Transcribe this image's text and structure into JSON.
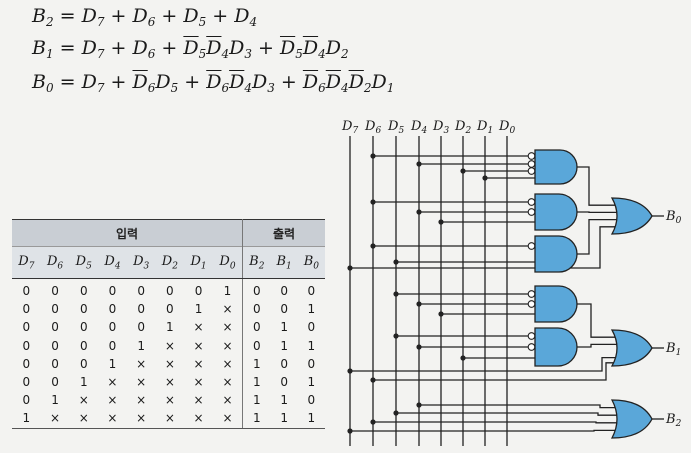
{
  "equations": {
    "b2": {
      "lhs": "B",
      "lhs_sub": "2",
      "rhs": [
        {
          "t": "D",
          "s": "7",
          "bar": false,
          "op": " + "
        },
        {
          "t": "D",
          "s": "6",
          "bar": false,
          "op": " + "
        },
        {
          "t": "D",
          "s": "5",
          "bar": false,
          "op": " + "
        },
        {
          "t": "D",
          "s": "4",
          "bar": false,
          "op": ""
        }
      ]
    },
    "b1": {
      "lhs": "B",
      "lhs_sub": "1"
    },
    "b0": {
      "lhs": "B",
      "lhs_sub": "0"
    }
  },
  "truth_table": {
    "group_inputs": "입력",
    "group_outputs": "출력",
    "input_headers": [
      {
        "t": "D",
        "s": "7"
      },
      {
        "t": "D",
        "s": "6"
      },
      {
        "t": "D",
        "s": "5"
      },
      {
        "t": "D",
        "s": "4"
      },
      {
        "t": "D",
        "s": "3"
      },
      {
        "t": "D",
        "s": "2"
      },
      {
        "t": "D",
        "s": "1"
      },
      {
        "t": "D",
        "s": "0"
      }
    ],
    "output_headers": [
      {
        "t": "B",
        "s": "2"
      },
      {
        "t": "B",
        "s": "1"
      },
      {
        "t": "B",
        "s": "0"
      }
    ],
    "rows": [
      [
        "0",
        "0",
        "0",
        "0",
        "0",
        "0",
        "0",
        "1",
        "0",
        "0",
        "0"
      ],
      [
        "0",
        "0",
        "0",
        "0",
        "0",
        "0",
        "1",
        "×",
        "0",
        "0",
        "1"
      ],
      [
        "0",
        "0",
        "0",
        "0",
        "0",
        "1",
        "×",
        "×",
        "0",
        "1",
        "0"
      ],
      [
        "0",
        "0",
        "0",
        "0",
        "1",
        "×",
        "×",
        "×",
        "0",
        "1",
        "1"
      ],
      [
        "0",
        "0",
        "0",
        "1",
        "×",
        "×",
        "×",
        "×",
        "1",
        "0",
        "0"
      ],
      [
        "0",
        "0",
        "1",
        "×",
        "×",
        "×",
        "×",
        "×",
        "1",
        "0",
        "1"
      ],
      [
        "0",
        "1",
        "×",
        "×",
        "×",
        "×",
        "×",
        "×",
        "1",
        "1",
        "0"
      ],
      [
        "1",
        "×",
        "×",
        "×",
        "×",
        "×",
        "×",
        "×",
        "1",
        "1",
        "1"
      ]
    ]
  },
  "circuit": {
    "input_labels": [
      {
        "t": "D",
        "s": "7"
      },
      {
        "t": "D",
        "s": "6"
      },
      {
        "t": "D",
        "s": "5"
      },
      {
        "t": "D",
        "s": "4"
      },
      {
        "t": "D",
        "s": "3"
      },
      {
        "t": "D",
        "s": "2"
      },
      {
        "t": "D",
        "s": "1"
      },
      {
        "t": "D",
        "s": "0"
      }
    ],
    "output_labels": [
      {
        "t": "B",
        "s": "0"
      },
      {
        "t": "B",
        "s": "1"
      },
      {
        "t": "B",
        "s": "2"
      }
    ],
    "colors": {
      "gate_fill": "#5aa7d9",
      "wire": "#222222"
    }
  }
}
